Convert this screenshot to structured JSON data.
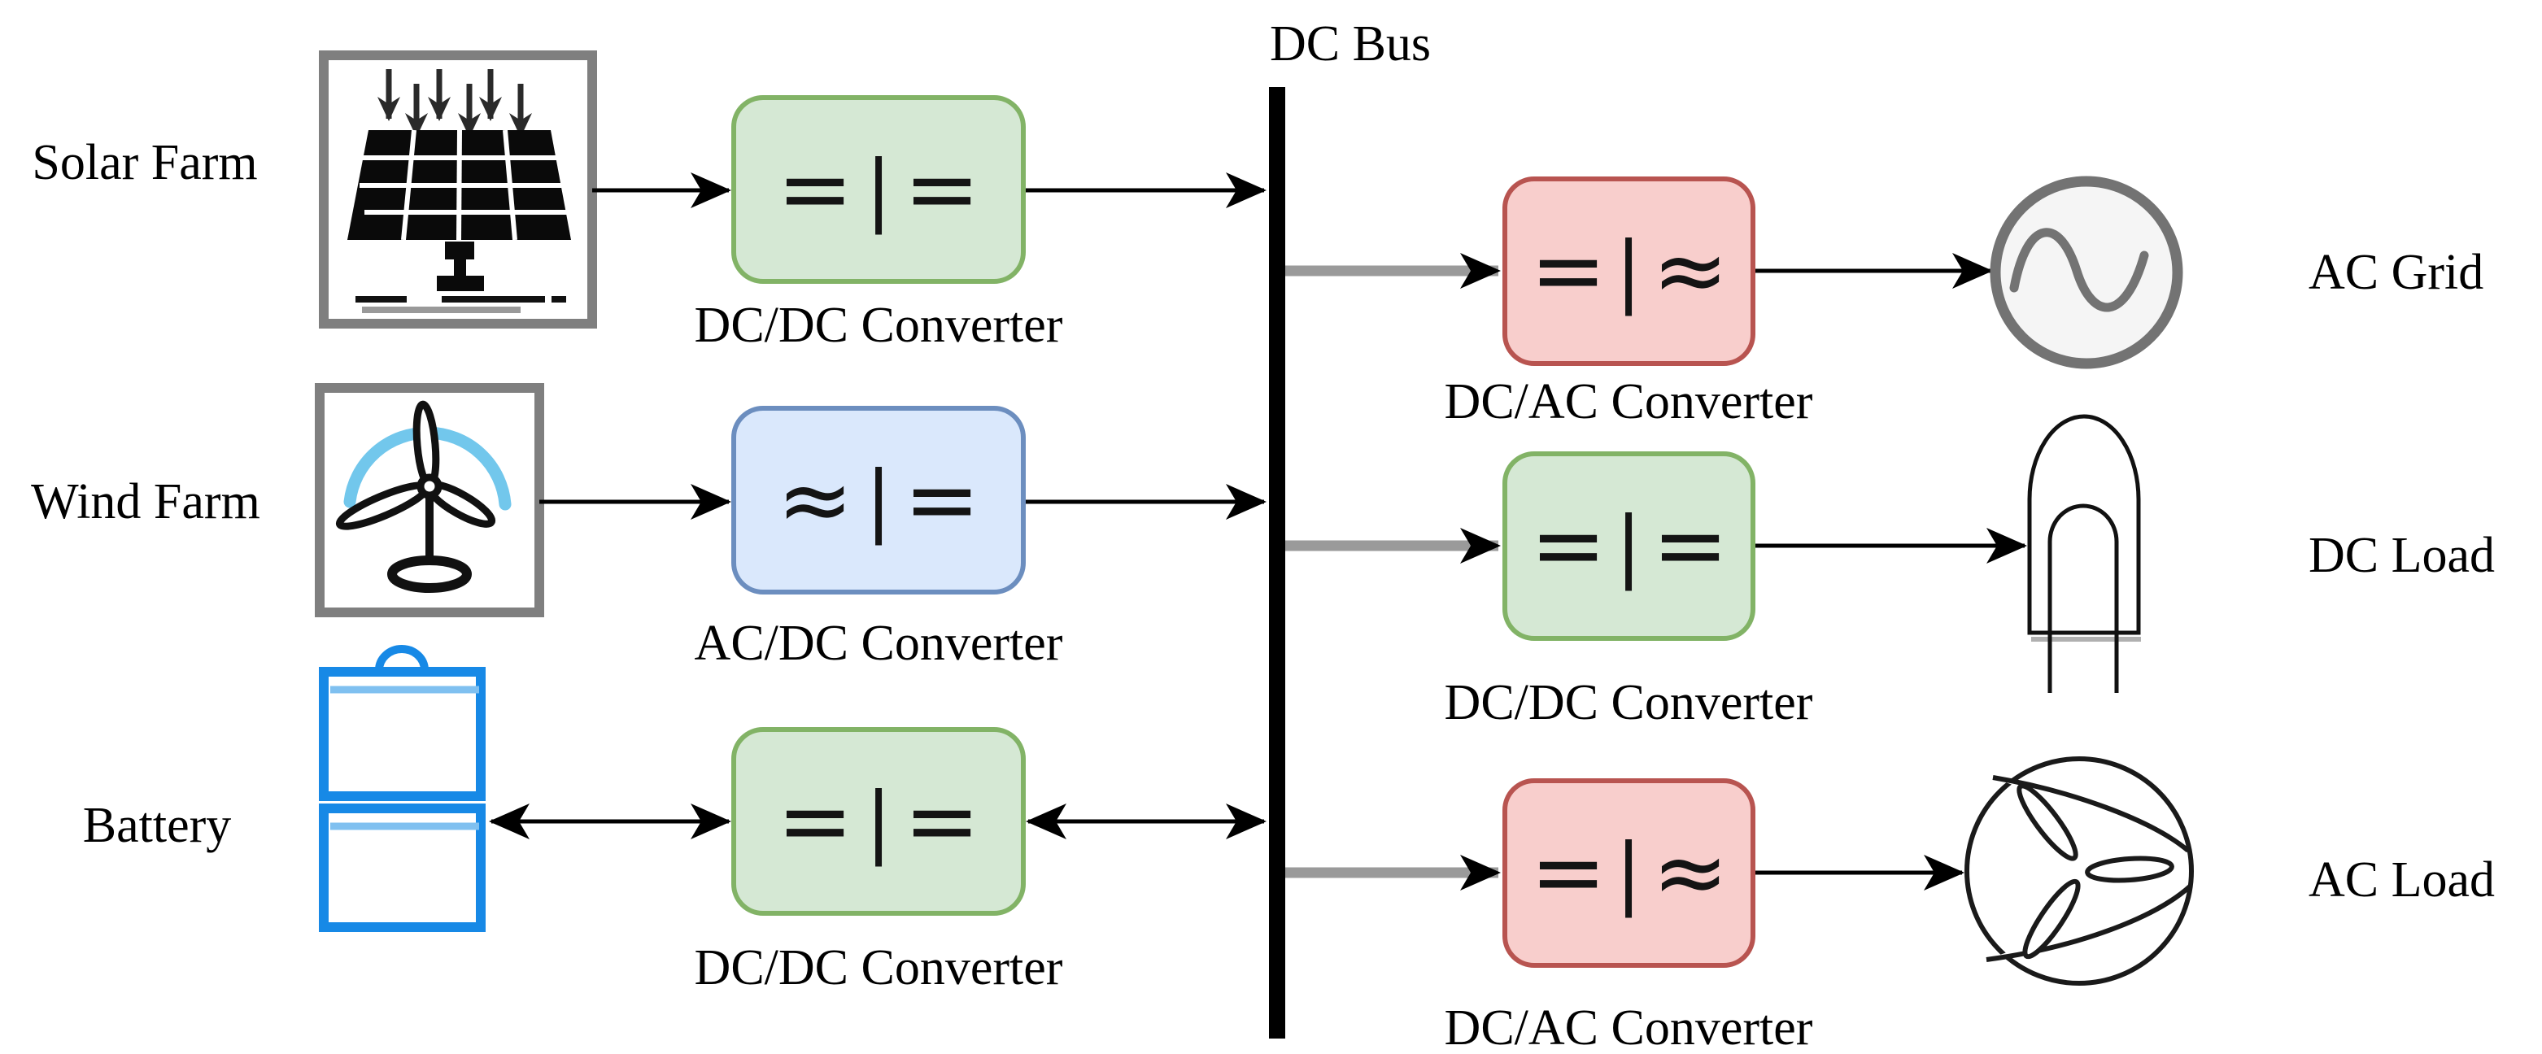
{
  "diagram": {
    "dc_bus": {
      "label": "DC Bus"
    },
    "sources": [
      {
        "id": "solar-farm",
        "label": "Solar Farm"
      },
      {
        "id": "wind-farm",
        "label": "Wind Farm"
      },
      {
        "id": "battery",
        "label": "Battery"
      }
    ],
    "converters": [
      {
        "id": "conv-solar",
        "label": "DC/DC Converter",
        "in": "=",
        "sep": "|",
        "out": "="
      },
      {
        "id": "conv-wind",
        "label": "AC/DC Converter",
        "in": "≈",
        "sep": "|",
        "out": "="
      },
      {
        "id": "conv-battery",
        "label": "DC/DC Converter",
        "in": "=",
        "sep": "|",
        "out": "="
      },
      {
        "id": "conv-acgrid",
        "label": "DC/AC Converter",
        "in": "=",
        "sep": "|",
        "out": "≈"
      },
      {
        "id": "conv-dcload",
        "label": "DC/DC Converter",
        "in": "=",
        "sep": "|",
        "out": "="
      },
      {
        "id": "conv-acload",
        "label": "DC/AC Converter",
        "in": "=",
        "sep": "|",
        "out": "≈"
      }
    ],
    "loads": [
      {
        "id": "ac-grid",
        "label": "AC Grid"
      },
      {
        "id": "dc-load",
        "label": "DC Load"
      },
      {
        "id": "ac-load",
        "label": "AC Load"
      }
    ],
    "colors": {
      "dc_dc_fill": "#d5e8d4",
      "dc_dc_stroke": "#82b366",
      "ac_dc_fill": "#dae8fc",
      "ac_dc_stroke": "#6c8ebf",
      "dc_ac_fill": "#f8cecc",
      "dc_ac_stroke": "#b85450",
      "bus": "#000000",
      "feeder_gray": "#9a9a9a",
      "icon_frame_gray": "#7f7f7f",
      "battery_blue": "#1789e6",
      "wind_arc_blue": "#72c7ec",
      "ac_grid_gray": "#737373",
      "ac_grid_fill": "#f5f5f5"
    }
  }
}
